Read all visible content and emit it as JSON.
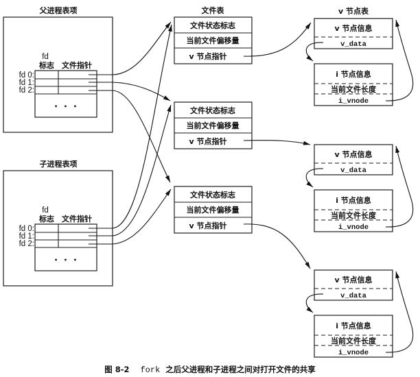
{
  "parent_entry": {
    "title": "父进程表项",
    "fd_header": "fd",
    "flags_header": "标志",
    "pointer_header": "文件指针",
    "fd_labels": [
      "fd 0:",
      "fd 1:",
      "fd 2:"
    ],
    "ellipsis": "• • •"
  },
  "child_entry": {
    "title": "子进程表项",
    "fd_header": "fd",
    "flags_header": "标志",
    "pointer_header": "文件指针",
    "fd_labels": [
      "fd 0:",
      "fd 1:",
      "fd 2:"
    ],
    "ellipsis": "• • •"
  },
  "file_table": {
    "title": "文件表",
    "entries": [
      {
        "rows": [
          "文件状态标志",
          "当前文件偏移量",
          "v 节点指针"
        ]
      },
      {
        "rows": [
          "文件状态标志",
          "当前文件偏移量",
          "v 节点指针"
        ]
      },
      {
        "rows": [
          "文件状态标志",
          "当前文件偏移量",
          "v 节点指针"
        ]
      }
    ]
  },
  "vnode_table": {
    "title": "v 节点表",
    "entries": [
      {
        "vnode_info": "v 节点信息",
        "v_data": "v_data",
        "inode_info": "i 节点信息",
        "file_length": "当前文件长度",
        "i_vnode": "i_vnode"
      },
      {
        "vnode_info": "v 节点信息",
        "v_data": "v_data",
        "inode_info": "i 节点信息",
        "file_length": "当前文件长度",
        "i_vnode": "i_vnode"
      },
      {
        "vnode_info": "v 节点信息",
        "v_data": "v_data",
        "inode_info": "i 节点信息",
        "file_length": "当前文件长度",
        "i_vnode": "i_vnode"
      }
    ]
  },
  "connections": [
    {
      "from": "parent fd 0",
      "to": "file table entry 1"
    },
    {
      "from": "parent fd 1",
      "to": "file table entry 2"
    },
    {
      "from": "parent fd 2",
      "to": "file table entry 3"
    },
    {
      "from": "child fd 0",
      "to": "file table entry 1"
    },
    {
      "from": "child fd 1",
      "to": "file table entry 2"
    },
    {
      "from": "child fd 2",
      "to": "file table entry 3"
    },
    {
      "from": "file table entry 1 v-node pointer",
      "to": "v-node 1"
    },
    {
      "from": "file table entry 2 v-node pointer",
      "to": "v-node 2"
    },
    {
      "from": "file table entry 3 v-node pointer",
      "to": "v-node 3"
    }
  ],
  "caption": {
    "label": "图 8-2",
    "command": "fork",
    "text": "之后父进程和子进程之间对打开文件的共享"
  }
}
